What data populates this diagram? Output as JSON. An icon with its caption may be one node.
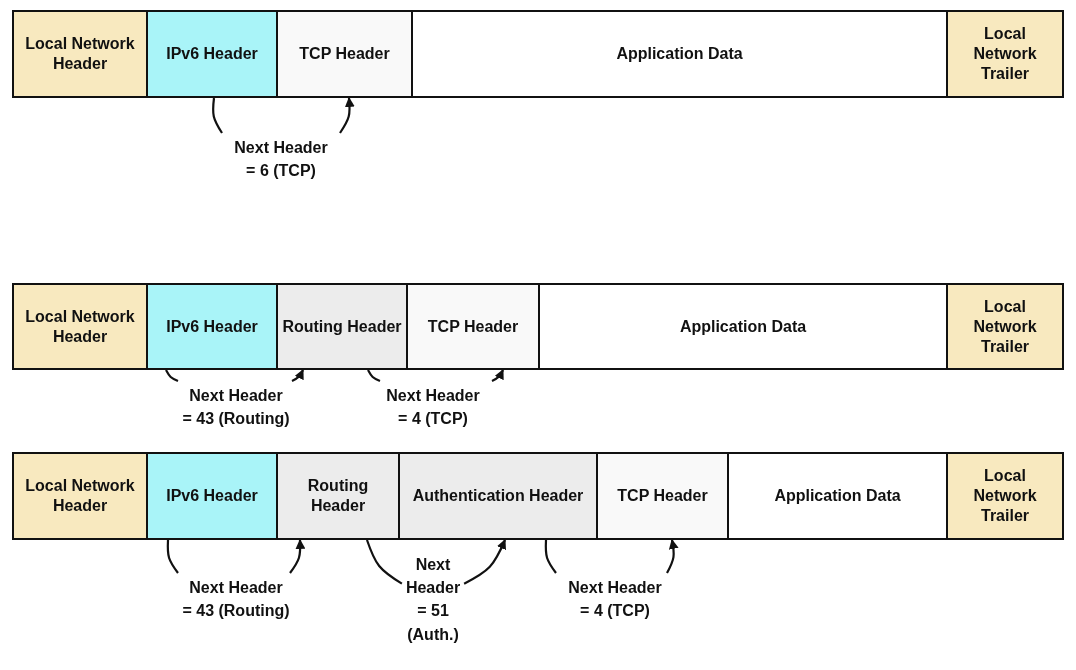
{
  "diagram": {
    "nodes": [
      {
        "text": [
          "Local Network Header"
        ]
      },
      {
        "text": [
          "IPv6 Header"
        ]
      },
      {
        "text": [
          "TCP Header"
        ]
      },
      {
        "text": [
          "Application Data"
        ]
      },
      {
        "text": [
          "Local Network Trailer"
        ]
      },
      {
        "text": [
          "Next Header",
          "= 6 (TCP)"
        ]
      },
      {
        "text": [
          "Local Network Header"
        ]
      },
      {
        "text": [
          "IPv6 Header"
        ]
      },
      {
        "text": [
          "Routing Header"
        ]
      },
      {
        "text": [
          "TCP Header"
        ]
      },
      {
        "text": [
          "Application Data"
        ]
      },
      {
        "text": [
          "Local Network Trailer"
        ]
      },
      {
        "text": [
          "Next Header",
          "= 43 (Routing)"
        ]
      },
      {
        "text": [
          "Next Header",
          "= 4 (TCP)"
        ]
      },
      {
        "text": [
          "Local Network Header"
        ]
      },
      {
        "text": [
          "IPv6 Header"
        ]
      },
      {
        "text": [
          "Routing Header"
        ]
      },
      {
        "text": [
          "Authentication Header"
        ]
      },
      {
        "text": [
          "TCP Header"
        ]
      },
      {
        "text": [
          "Application Data"
        ]
      },
      {
        "text": [
          "Local Network Trailer"
        ]
      },
      {
        "text": [
          "Next Header",
          "= 43 (Routing)"
        ]
      },
      {
        "text": [
          "Next Header",
          "= 51 (Auth.)"
        ]
      },
      {
        "text": [
          "Next Header",
          "= 4 (TCP)"
        ]
      }
    ],
    "edges": [
      {
        "from": 1,
        "to": 5,
        "arrow": "none"
      },
      {
        "from": 5,
        "to": 2,
        "arrow": "to"
      },
      {
        "from": 7,
        "to": 12,
        "arrow": "none"
      },
      {
        "from": 12,
        "to": 8,
        "arrow": "to"
      },
      {
        "from": 8,
        "to": 13,
        "arrow": "none"
      },
      {
        "from": 13,
        "to": 9,
        "arrow": "to"
      },
      {
        "from": 15,
        "to": 21,
        "arrow": "none"
      },
      {
        "from": 21,
        "to": 16,
        "arrow": "to"
      },
      {
        "from": 16,
        "to": 22,
        "arrow": "none"
      },
      {
        "from": 22,
        "to": 17,
        "arrow": "to"
      },
      {
        "from": 17,
        "to": 23,
        "arrow": "none"
      },
      {
        "from": 23,
        "to": 18,
        "arrow": "to"
      }
    ]
  }
}
